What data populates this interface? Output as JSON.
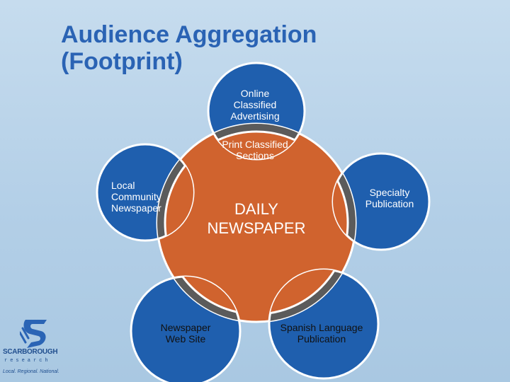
{
  "slide": {
    "title_line1": "Audience Aggregation",
    "title_line2": "(Footprint)"
  },
  "center": {
    "line1": "DAILY",
    "line2": "NEWSPAPER"
  },
  "nodes": {
    "online": {
      "line1": "Online",
      "line2": "Classified",
      "line3": "Advertising"
    },
    "print": {
      "line1": "Print Classified",
      "line2": "Sections"
    },
    "local": {
      "line1": "Local",
      "line2": "Community",
      "line3": "Newspaper"
    },
    "specialty": {
      "line1": "Specialty",
      "line2": "Publication"
    },
    "web": {
      "line1": "Newspaper",
      "line2": "Web Site"
    },
    "spanish": {
      "line1": "Spanish Language",
      "line2": "Publication"
    }
  },
  "logo": {
    "brand": "SCARBOROUGH",
    "sub": "research",
    "tagline": "Local. Regional. National."
  },
  "colors": {
    "background": "#b8d2e9",
    "title": "#2a63b4",
    "center_circle": "#d0632e",
    "node_circle": "#1f5fae",
    "overlap": "#5b5b5b"
  }
}
